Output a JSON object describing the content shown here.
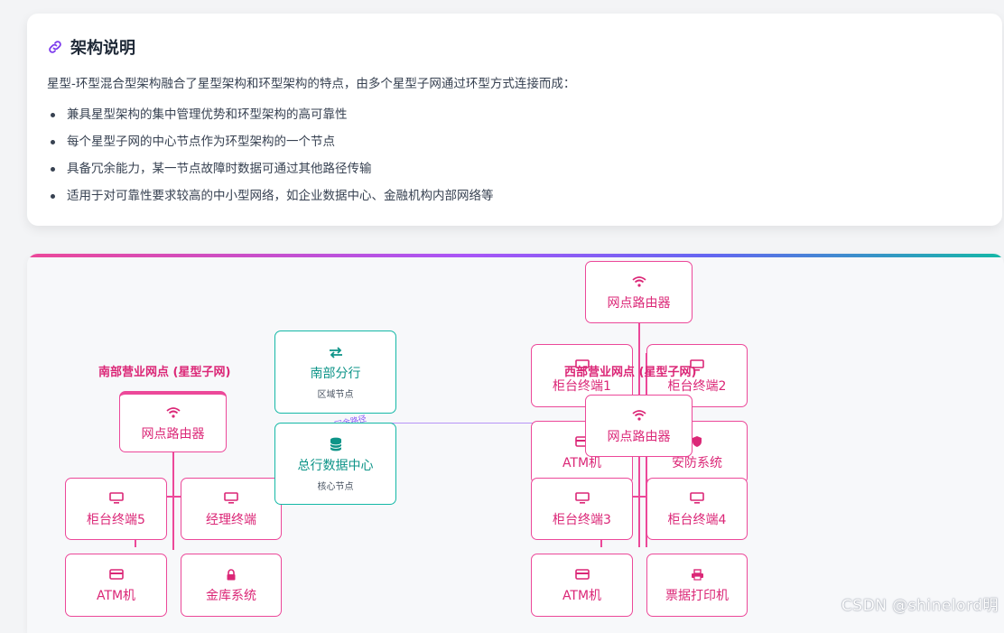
{
  "info": {
    "title": "架构说明",
    "intro": "星型-环型混合型架构融合了星型架构和环型架构的特点，由多个星型子网通过环型方式连接而成：",
    "bullets": [
      "兼具星型架构的集中管理优势和环型架构的高可靠性",
      "每个星型子网的中心节点作为环型架构的一个节点",
      "具备冗余能力，某一节点故障时数据可通过其他路径传输",
      "适用于对可靠性要求较高的中小型网络，如企业数据中心、金融机构内部网络等"
    ]
  },
  "diagram": {
    "colors": {
      "pink": "#ec4899",
      "teal": "#14b8a6",
      "purple": "#a855f7"
    },
    "south": {
      "label": "南部营业网点 (星型子网)",
      "router": "网点路由器",
      "nodes": [
        "柜台终端5",
        "经理终端",
        "ATM机",
        "金库系统"
      ]
    },
    "center": {
      "branch": {
        "name": "南部分行",
        "sub": "区域节点"
      },
      "hq": {
        "name": "总行数据中心",
        "sub": "核心节点"
      },
      "path_tag": "冗余路径"
    },
    "west": {
      "label": "西部营业网点 (星型子网)",
      "top_router": "网点路由器",
      "router": "网点路由器",
      "nodes": [
        "柜台终端1",
        "柜台终端2",
        "ATM机",
        "安防系统",
        "柜台终端3",
        "柜台终端4",
        "ATM机",
        "票据打印机"
      ]
    }
  },
  "watermark": "CSDN @shinelord明"
}
